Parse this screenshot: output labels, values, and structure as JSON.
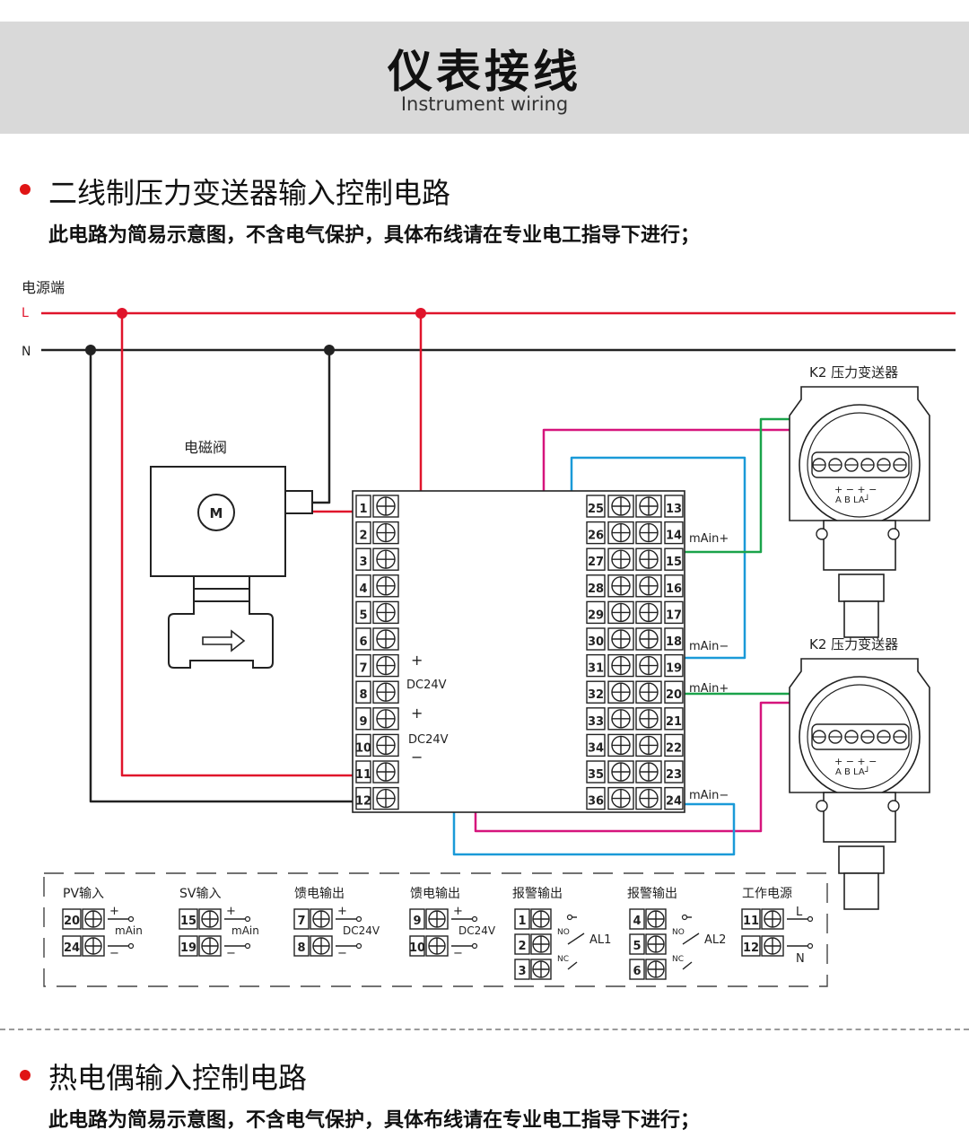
{
  "header": {
    "title": "仪表接线",
    "subtitle": "Instrument wiring"
  },
  "sections": [
    {
      "title": "二线制压力变送器输入控制电路",
      "note": "此电路为简易示意图，不含电气保护，具体布线请在专业电工指导下进行；"
    },
    {
      "title": "热电偶输入控制电路",
      "note": "此电路为简易示意图，不含电气保护，具体布线请在专业电工指导下进行；"
    }
  ],
  "colors": {
    "live": "#e0142b",
    "neutral": "#222222",
    "signal_a": "#d6147c",
    "signal_b": "#1a9ad8",
    "signal_c": "#1aa34a",
    "accent_dot": "#e01515"
  },
  "diagram": {
    "power_label": "电源端",
    "line_L": "L",
    "line_N": "N",
    "valve_label": "电磁阀",
    "motor_label": "M",
    "transmitter_1": "K2 压力变送器",
    "transmitter_2": "K2 压力变送器",
    "transmitter_terminals": "+ − + −",
    "transmitter_marks": "A B LA┘",
    "left_terminals": [
      "1",
      "2",
      "3",
      "4",
      "5",
      "6",
      "7",
      "8",
      "9",
      "10",
      "11",
      "12"
    ],
    "mid_terminals": [
      "25",
      "26",
      "27",
      "28",
      "29",
      "30",
      "31",
      "32",
      "33",
      "34",
      "35",
      "36"
    ],
    "right_terminals": [
      "13",
      "14",
      "15",
      "16",
      "17",
      "18",
      "19",
      "20",
      "21",
      "22",
      "23",
      "24"
    ],
    "plus": "+",
    "minus": "−",
    "dc24v": "DC24V",
    "main_plus": "mAin+",
    "main_minus": "mAin−"
  },
  "legend": [
    {
      "title": "PV输入",
      "t1": "20",
      "t2": "24",
      "plus": "+",
      "minus": "−",
      "label": "mAin"
    },
    {
      "title": "SV输入",
      "t1": "15",
      "t2": "19",
      "plus": "+",
      "minus": "−",
      "label": "mAin"
    },
    {
      "title": "馈电输出",
      "t1": "7",
      "t2": "8",
      "plus": "+",
      "minus": "−",
      "label": "DC24V"
    },
    {
      "title": "馈电输出",
      "t1": "9",
      "t2": "10",
      "plus": "+",
      "minus": "−",
      "label": "DC24V"
    },
    {
      "title": "报警输出",
      "t1": "1",
      "t2": "2",
      "t3": "3",
      "no": "NO",
      "nc": "NC",
      "label": "AL1"
    },
    {
      "title": "报警输出",
      "t1": "4",
      "t2": "5",
      "t3": "6",
      "no": "NO",
      "nc": "NC",
      "label": "AL2"
    },
    {
      "title": "工作电源",
      "t1": "11",
      "t2": "12",
      "l": "L",
      "n": "N"
    }
  ]
}
